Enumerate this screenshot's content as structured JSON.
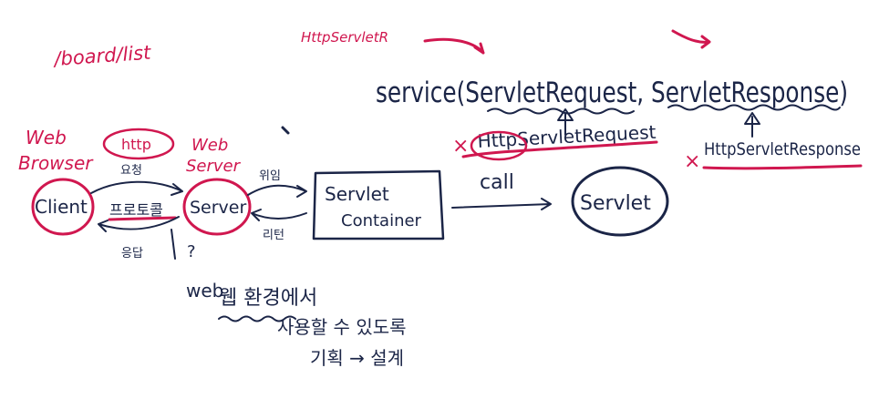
{
  "colors": {
    "ink": "#1b2547",
    "accent": "#d0174f",
    "background": "#ffffff"
  },
  "labels": {
    "board_list": "/board/list",
    "http_servlet_r": "HttpServletR",
    "service_call": "service(ServletRequest, ServletResponse)",
    "http_servlet_request": "HttpServletRequest",
    "http_servlet_response": "HttpServletResponse",
    "x_mark_left": "×",
    "x_mark_right": "×",
    "web_browser": [
      "Web",
      "Browser"
    ],
    "web_server": [
      "Web",
      "Server"
    ],
    "client": "Client",
    "server": "Server",
    "http": "http",
    "request": "요청",
    "protocol": "프로토콜",
    "response": "응답",
    "question": "?",
    "delegate": "위임",
    "return": "리턴",
    "servlet_container": [
      "Servlet",
      "Container"
    ],
    "call": "call",
    "servlet": "Servlet",
    "web_word": "web",
    "note_lines": [
      "웹 환경에서",
      "사용할 수 있도록",
      "기획 → 설계"
    ]
  }
}
